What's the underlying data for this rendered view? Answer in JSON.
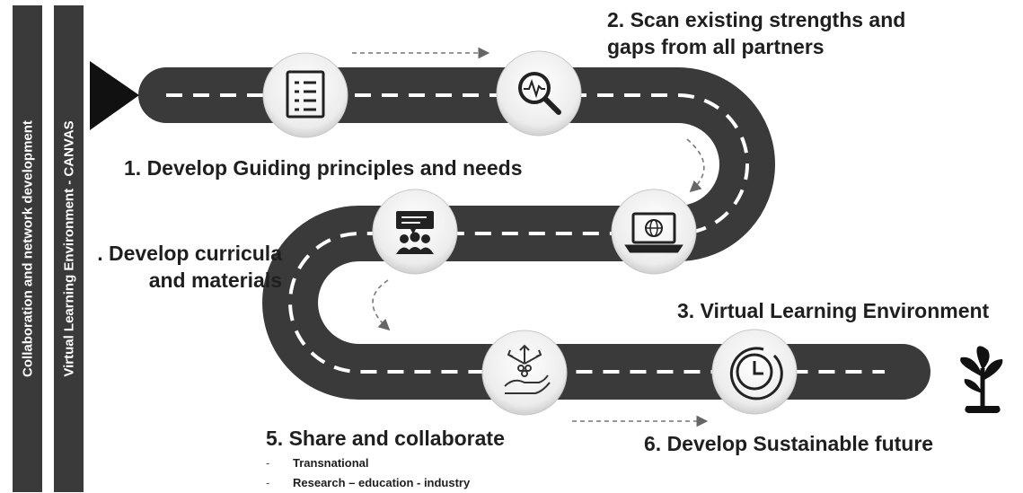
{
  "pillars": {
    "left": "Collaboration and network development",
    "right": "Virtual Learning Environment - CANVAS"
  },
  "steps": {
    "step1": "1. Develop Guiding principles and needs",
    "step2_line1": "2. Scan existing strengths and",
    "step2_line2": "gaps from all partners",
    "step3": "3. Virtual Learning Environment",
    "step4_line1": ". Develop curricula",
    "step4_line2": "and materials",
    "step5": "5. Share and collaborate",
    "step6": "6. Develop Sustainable future"
  },
  "bullets": [
    "Transnational",
    "Research – education - industry"
  ],
  "icons": {
    "checklist": "checklist-icon",
    "scan": "magnifier-pulse-icon",
    "laptop": "laptop-globe-icon",
    "meeting": "presentation-group-icon",
    "share": "hand-arrows-icon",
    "clock": "clock-icon",
    "plant": "sprout-icon"
  },
  "colors": {
    "road": "#3a3a3a",
    "pillar": "#3a3a3a",
    "text": "#1f1f1f",
    "lane": "#ffffff"
  }
}
